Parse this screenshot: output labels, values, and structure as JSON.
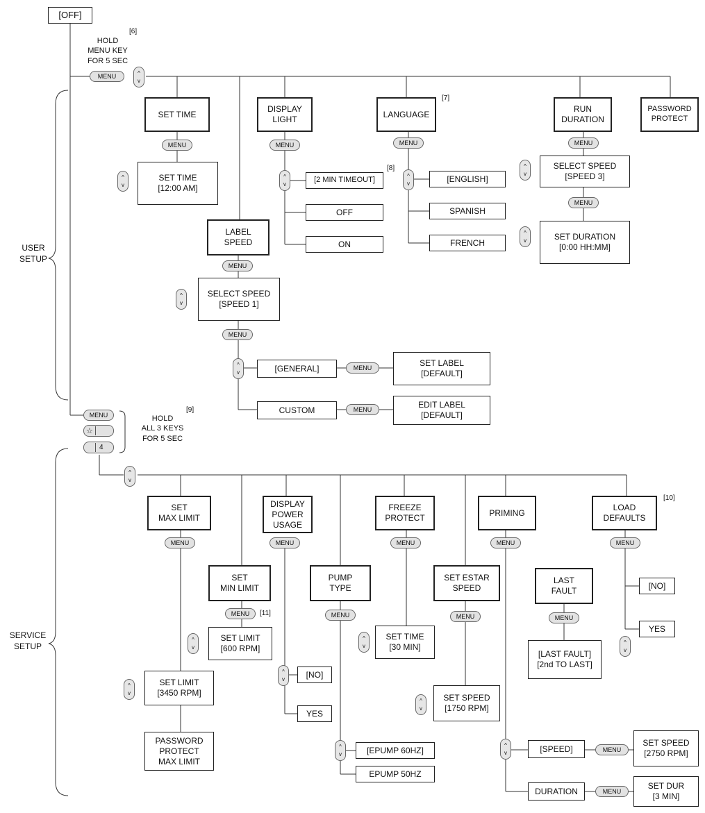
{
  "off": "[OFF]",
  "hold_menu": "HOLD\nMENU KEY\nFOR 5 SEC",
  "hold_all": "HOLD\nALL 3 KEYS\nFOR 5 SEC",
  "menu_key": "MENU",
  "arrow_up": "^",
  "arrow_down": "v",
  "star_key": "☆",
  "four_key": "4",
  "notes": {
    "n6": "[6]",
    "n7": "[7]",
    "n8": "[8]",
    "n9": "[9]",
    "n10": "[10]",
    "n11": "[11]"
  },
  "sections": {
    "user": "USER\nSETUP",
    "service": "SERVICE\nSETUP"
  },
  "user": {
    "set_time": "SET TIME",
    "set_time_val": "SET TIME\n[12:00 AM]",
    "display_light": "DISPLAY\nLIGHT",
    "dl_timeout": "[2 MIN TIMEOUT]",
    "dl_off": "OFF",
    "dl_on": "ON",
    "language": "LANGUAGE",
    "lang_en": "[ENGLISH]",
    "lang_es": "SPANISH",
    "lang_fr": "FRENCH",
    "run_duration": "RUN\nDURATION",
    "rd_select": "SELECT SPEED\n[SPEED 3]",
    "rd_duration": "SET DURATION\n[0:00 HH:MM]",
    "password": "PASSWORD\nPROTECT",
    "label_speed": "LABEL\nSPEED",
    "ls_select": "SELECT SPEED\n[SPEED 1]",
    "ls_general": "[GENERAL]",
    "ls_custom": "CUSTOM",
    "ls_set_label": "SET LABEL\n[DEFAULT]",
    "ls_edit_label": "EDIT LABEL\n[DEFAULT]"
  },
  "service": {
    "max_limit": "SET\nMAX LIMIT",
    "max_val": "SET LIMIT\n[3450 RPM]",
    "max_pw": "PASSWORD\nPROTECT\nMAX LIMIT",
    "min_limit": "SET\nMIN LIMIT",
    "min_val": "SET LIMIT\n[600 RPM]",
    "power": "DISPLAY\nPOWER\nUSAGE",
    "power_no": "[NO]",
    "power_yes": "YES",
    "pump_type": "PUMP\nTYPE",
    "pump_60": "[EPUMP 60HZ]",
    "pump_50": "EPUMP 50HZ",
    "freeze": "FREEZE\nPROTECT",
    "freeze_val": "SET TIME\n[30 MIN]",
    "estar": "SET ESTAR\nSPEED",
    "estar_val": "SET SPEED\n[1750 RPM]",
    "priming": "PRIMING",
    "prime_speed": "[SPEED]",
    "prime_speed_val": "SET SPEED\n[2750 RPM]",
    "prime_duration": "DURATION",
    "prime_dur_val": "SET DUR\n[3 MIN]",
    "last_fault": "LAST\nFAULT",
    "last_fault_val": "[LAST FAULT]\n[2nd TO LAST]",
    "load_defaults": "LOAD\nDEFAULTS",
    "ld_no": "[NO]",
    "ld_yes": "YES"
  }
}
